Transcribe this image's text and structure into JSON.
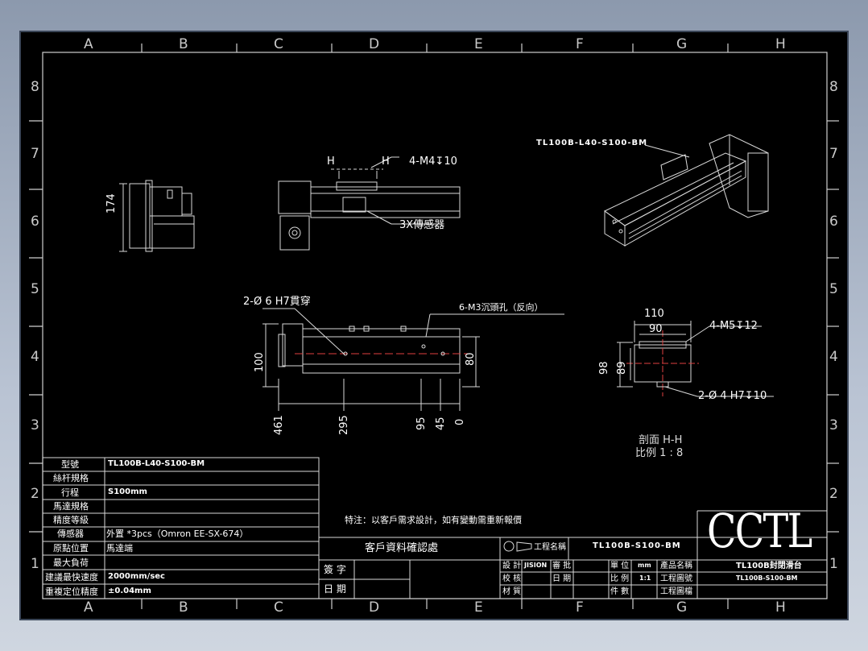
{
  "drawing": {
    "zones_top": [
      "A",
      "B",
      "C",
      "D",
      "E",
      "F",
      "G",
      "H"
    ],
    "zones_side": [
      "8",
      "7",
      "6",
      "5",
      "4",
      "3",
      "2",
      "1"
    ],
    "iso_label": "TL100B-L40-S100-BM",
    "side_view": {
      "height_dim": "174"
    },
    "top_view": {
      "section_marks": [
        "H",
        "H"
      ],
      "tap_note": "4-M4↧10",
      "sensor_note": "3X傳感器"
    },
    "front_view": {
      "hole_note": "2-Ø 6  H7貫穿",
      "counterbore_note": "6-M3沉頭孔（反向）",
      "dim_height_left": "100",
      "dim_height_right": "80",
      "ordinate_dims": [
        "461",
        "295",
        "95",
        "45",
        "0"
      ]
    },
    "section_view": {
      "width_outer": "110",
      "width_inner": "90",
      "tap_note": "4-M5↧12",
      "height_outer": "98",
      "height_inner": "89",
      "pin_note": "2-Ø 4  H7↧10",
      "caption": "剖面  H-H",
      "scale": "比例  1 : 8"
    },
    "remark": "特注：以客戶需求設計，如有變動需重新報價"
  },
  "spec_table": [
    {
      "label": "型號",
      "value": "TL100B-L40-S100-BM"
    },
    {
      "label": "絲杆規格",
      "value": ""
    },
    {
      "label": "行程",
      "value": "S100mm"
    },
    {
      "label": "馬達規格",
      "value": ""
    },
    {
      "label": "精度等級",
      "value": ""
    },
    {
      "label": "傳感器",
      "value": "外置 *3pcs（Omron EE-SX-674）"
    },
    {
      "label": "原點位置",
      "value": "馬達端"
    },
    {
      "label": "最大負荷",
      "value": ""
    },
    {
      "label": "建議最快速度",
      "value": "2000mm/sec"
    },
    {
      "label": "重複定位精度",
      "value": "±0.04mm"
    }
  ],
  "customer_block": {
    "title": "客戶資料確認處",
    "sign_label": "簽  字",
    "date_label": "日  期"
  },
  "title_block": {
    "projection_label": "工程名稱",
    "drawing_no": "TL100B-S100-BM",
    "design_label": "設  計",
    "design_value": "JISION",
    "check_label": "校  核",
    "material_label": "材  質",
    "approve_label": "審  批",
    "date_label": "日  期",
    "unit_label": "單  位",
    "unit_value": "mm",
    "scale_label": "比  例",
    "scale_value": "1:1",
    "pieces_label": "件  數",
    "product_name_label": "產品名稱",
    "drawing_no_label": "工程圖號",
    "drawing_file_label": "工程圖檔",
    "product_name": "TL100B封閉滑台",
    "product_code": "TL100B-S100-BM"
  },
  "logo_text": "CCTL"
}
